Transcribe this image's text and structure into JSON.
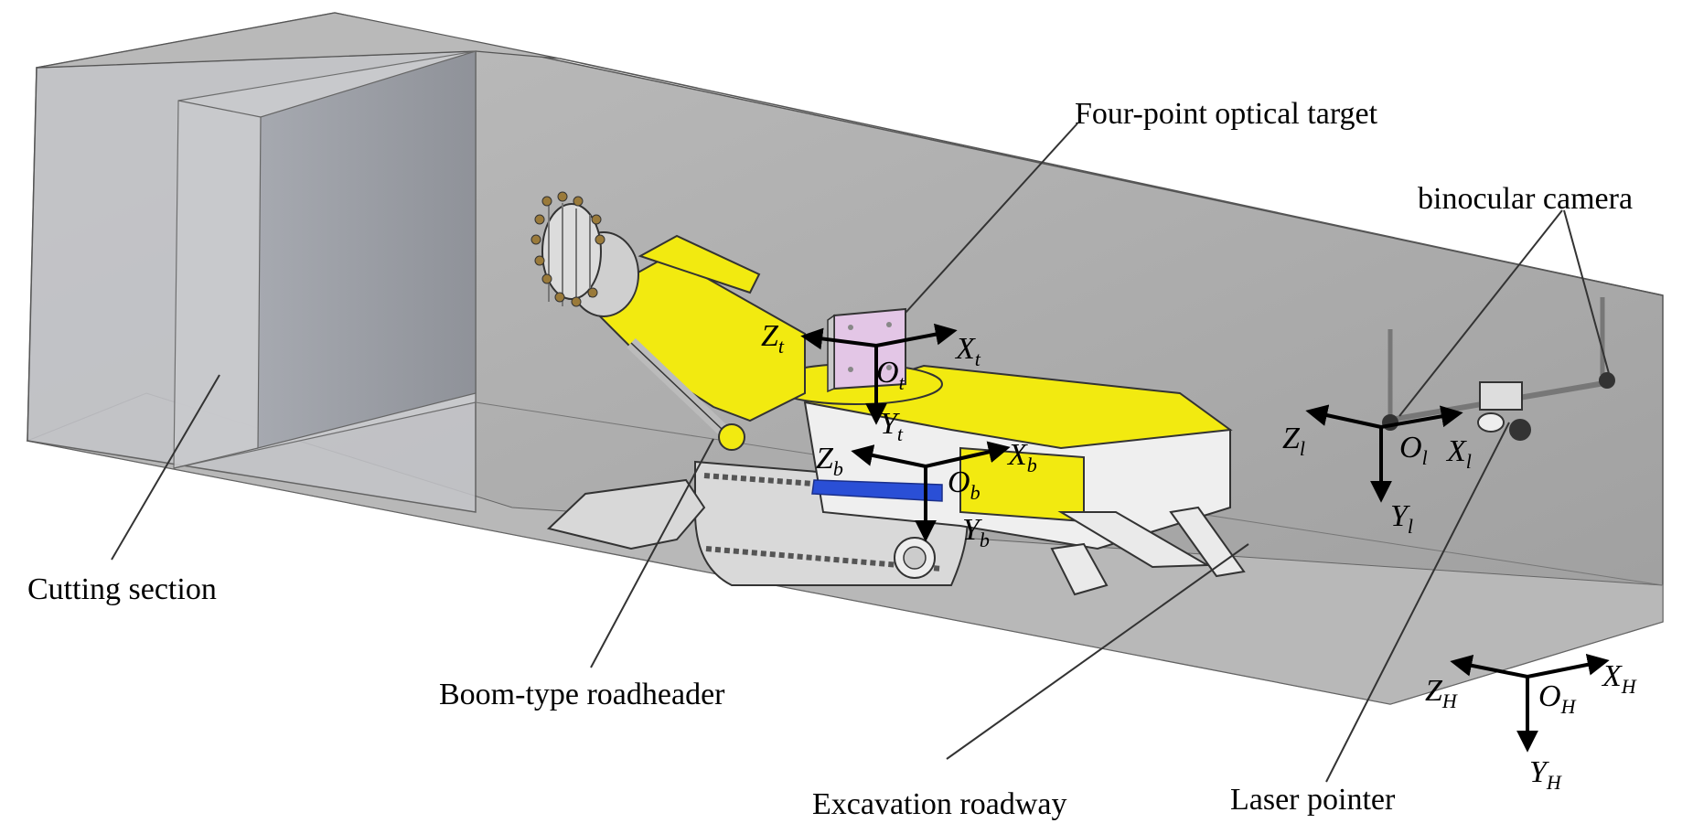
{
  "labels": {
    "cutting_section": "Cutting section",
    "boom_roadheader": "Boom-type roadheader",
    "excavation_roadway": "Excavation roadway",
    "optical_target": "Four-point optical target",
    "binocular_camera": "binocular camera",
    "laser_pointer": "Laser pointer"
  },
  "frames": {
    "target": {
      "x": "X",
      "x_sub": "t",
      "y": "Y",
      "y_sub": "t",
      "z": "Z",
      "z_sub": "t",
      "o": "O",
      "o_sub": "t"
    },
    "body": {
      "x": "X",
      "x_sub": "b",
      "y": "Y",
      "y_sub": "b",
      "z": "Z",
      "z_sub": "b",
      "o": "O",
      "o_sub": "b"
    },
    "laser": {
      "x": "X",
      "x_sub": "l",
      "y": "Y",
      "y_sub": "l",
      "z": "Z",
      "z_sub": "l",
      "o": "O",
      "o_sub": "l"
    },
    "roadway": {
      "x": "X",
      "x_sub": "H",
      "y": "Y",
      "y_sub": "H",
      "z": "Z",
      "z_sub": "H",
      "o": "O",
      "o_sub": "H"
    }
  },
  "colors": {
    "tunnel_wall": "#a8a8a8",
    "tunnel_face": "#9a9da6",
    "tunnel_floor": "#b5b5b5",
    "machine_yellow": "#f2ea10",
    "machine_white": "#efefef",
    "target_pink": "#e3c6e6",
    "blue_plate": "#2a4fd6",
    "axis": "#000000"
  }
}
